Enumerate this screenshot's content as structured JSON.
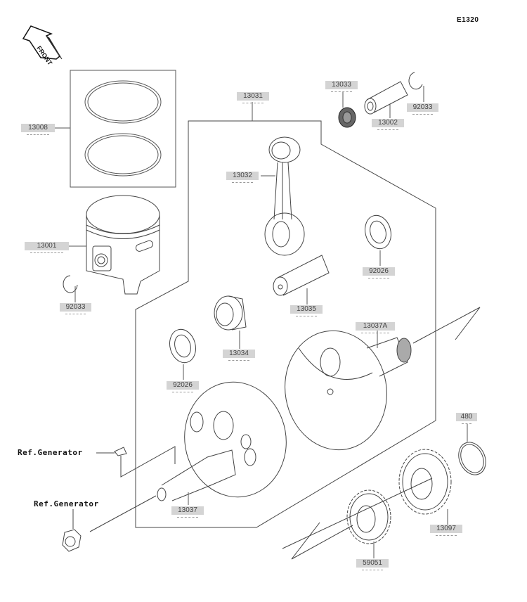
{
  "diagram_code": "E1320",
  "front_arrow_label": "FRONT",
  "group_label": "13031",
  "parts": [
    {
      "id": "piston-ring",
      "number": "13008",
      "name": "Piston ring set"
    },
    {
      "id": "piston",
      "number": "13001",
      "name": "Piston"
    },
    {
      "id": "piston-circlip-left",
      "number": "92033",
      "name": "Circlip"
    },
    {
      "id": "small-end-bearing",
      "number": "13033",
      "name": "Needle bearing"
    },
    {
      "id": "piston-pin",
      "number": "13002",
      "name": "Piston pin"
    },
    {
      "id": "piston-circlip-right",
      "number": "92033",
      "name": "Circlip"
    },
    {
      "id": "connecting-rod",
      "number": "13032",
      "name": "Connecting rod"
    },
    {
      "id": "thrust-washer-right",
      "number": "92026",
      "name": "Washer"
    },
    {
      "id": "crank-pin",
      "number": "13035",
      "name": "Crank pin"
    },
    {
      "id": "big-end-bearing",
      "number": "13034",
      "name": "Needle bearing"
    },
    {
      "id": "crankshaft-right",
      "number": "13037A",
      "name": "Crankshaft half"
    },
    {
      "id": "thrust-washer-left",
      "number": "92026",
      "name": "Washer"
    },
    {
      "id": "crankshaft-left",
      "number": "13037",
      "name": "Crankshaft half"
    },
    {
      "id": "circlip-480",
      "number": "480",
      "name": "Circlip"
    },
    {
      "id": "gear-13097",
      "number": "13097",
      "name": "Gear"
    },
    {
      "id": "gear-59051",
      "number": "59051",
      "name": "Gear"
    }
  ],
  "references": [
    {
      "id": "ref-generator-key",
      "text": "Ref.Generator"
    },
    {
      "id": "ref-generator-nut",
      "text": "Ref.Generator"
    }
  ]
}
